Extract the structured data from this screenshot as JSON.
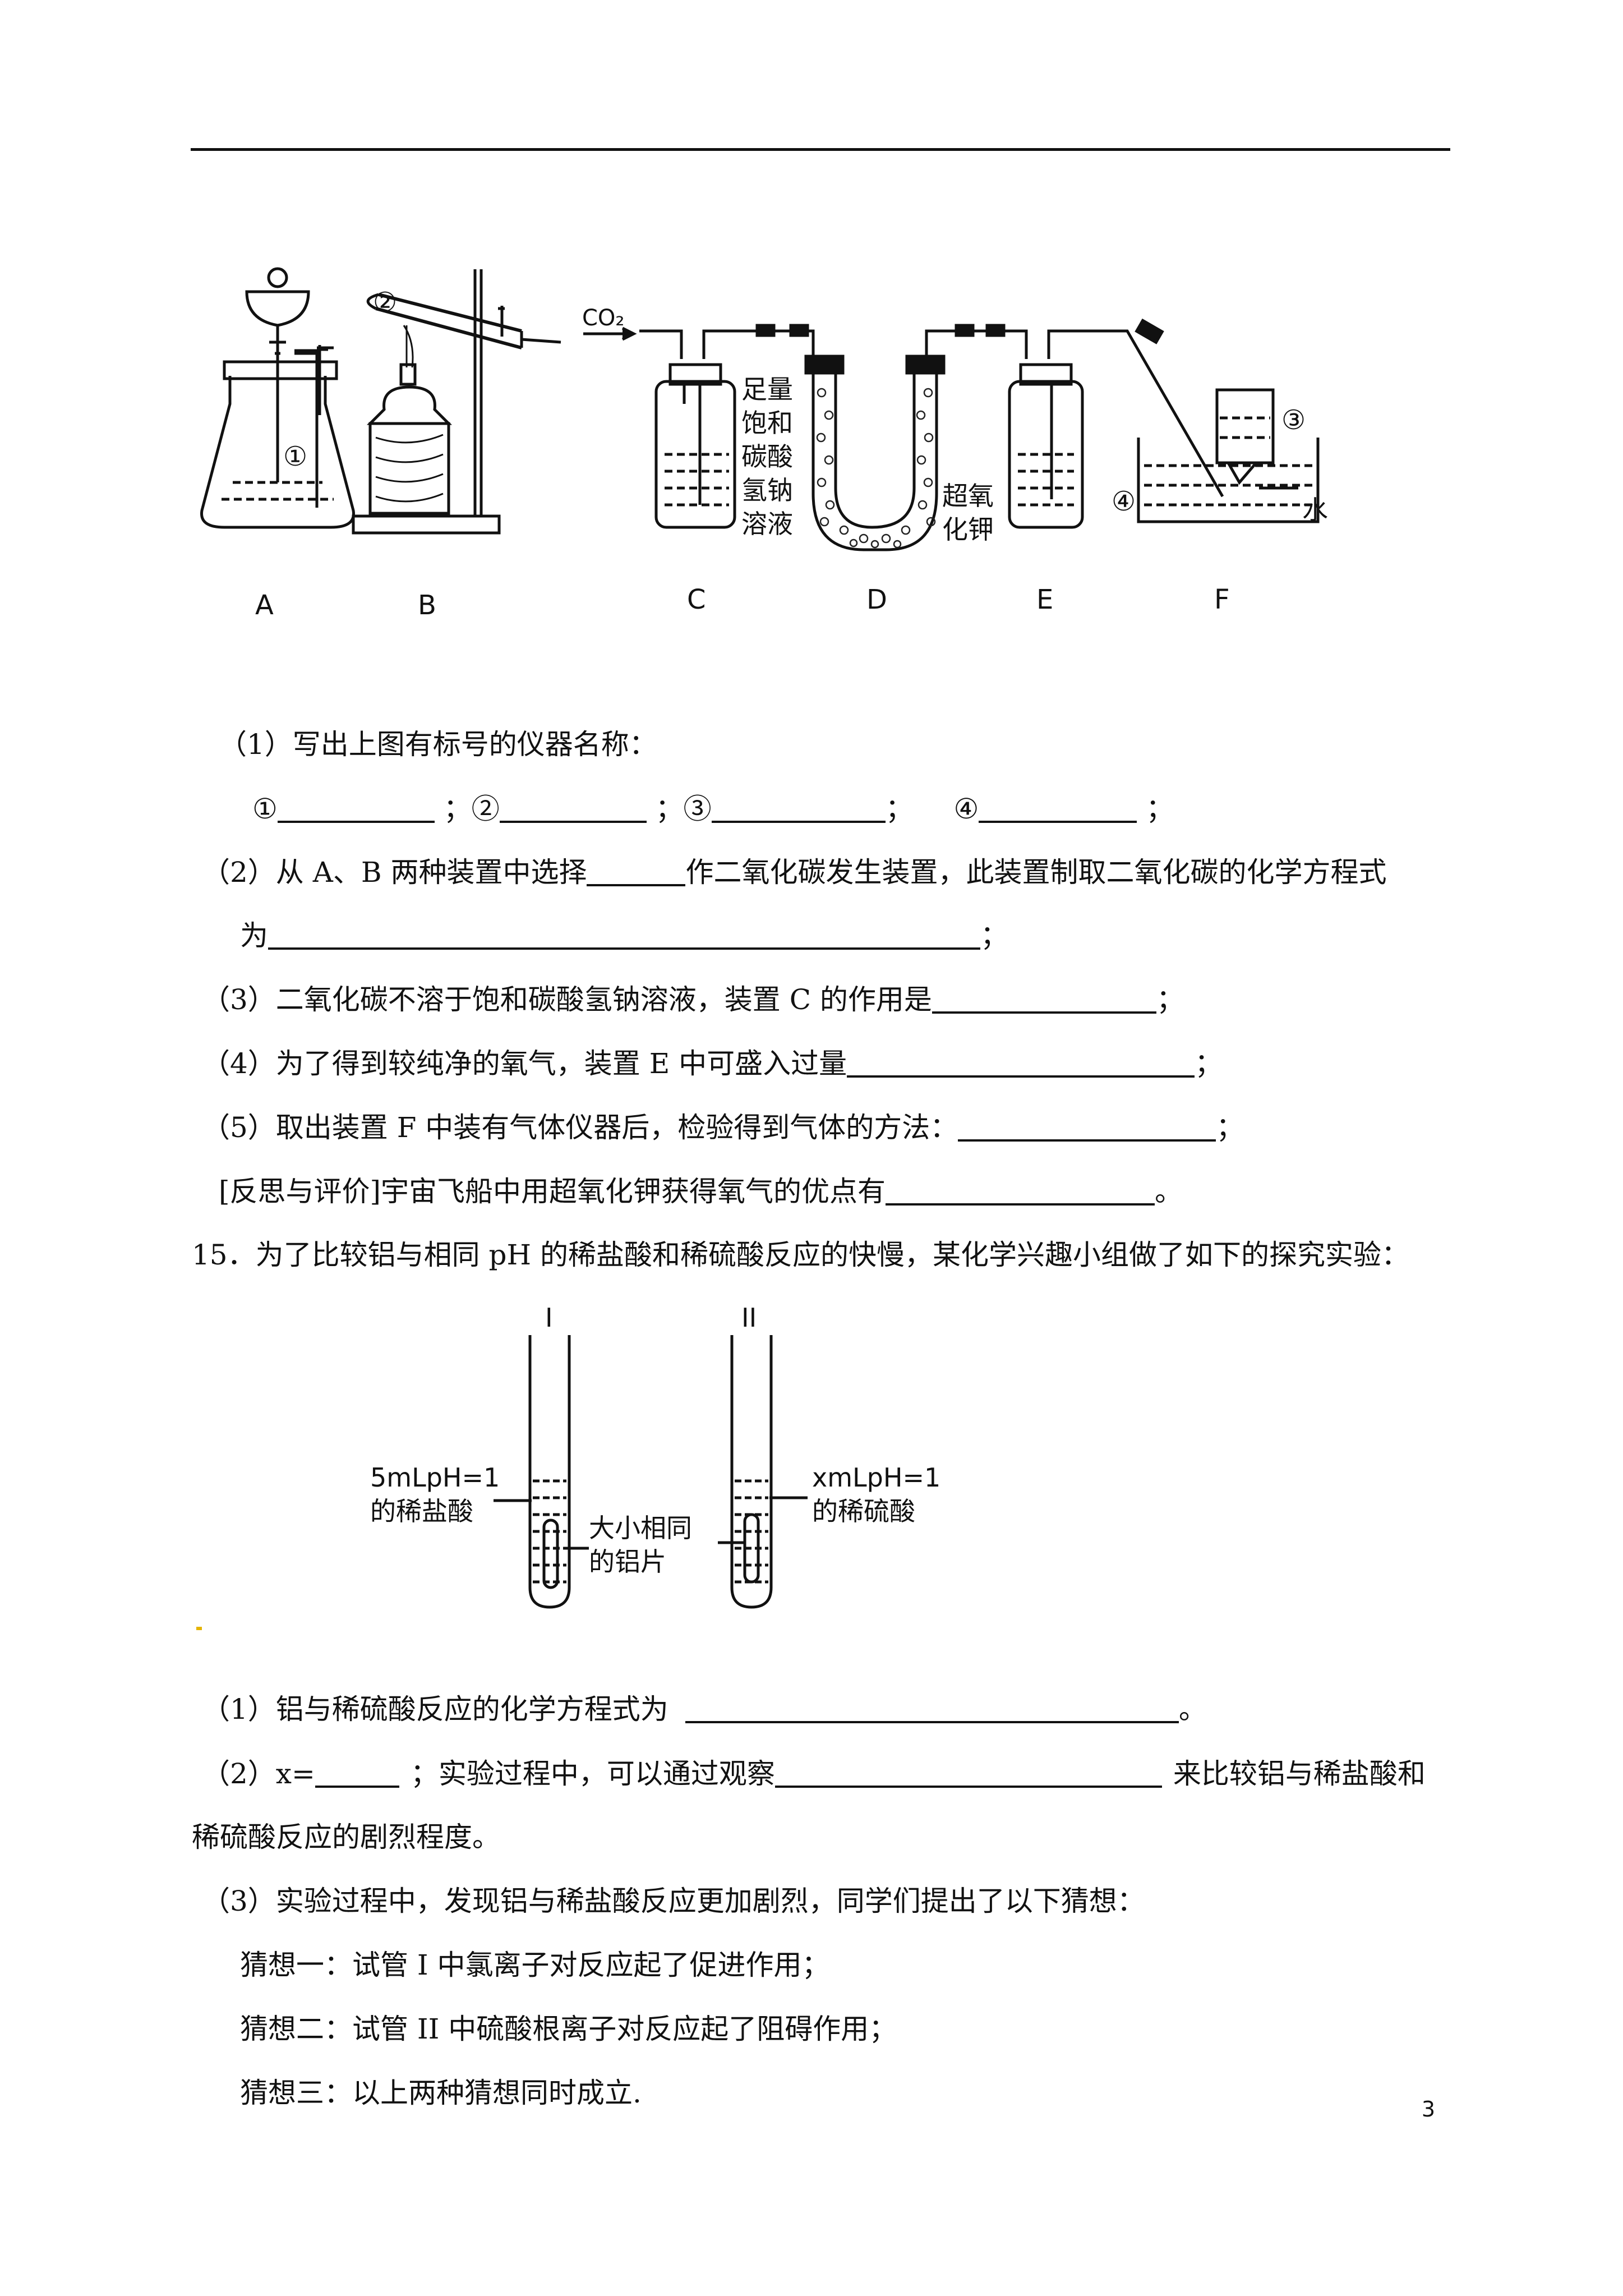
{
  "figure1": {
    "labels": [
      "A",
      "B",
      "C",
      "D",
      "E",
      "F"
    ],
    "co2": "CO₂",
    "markers": [
      "①",
      "②",
      "③",
      "④"
    ],
    "reagent_c": [
      "足量",
      "饱和",
      "碳酸",
      "氢钠",
      "溶液"
    ],
    "reagent_d": [
      "超氧",
      "化钾"
    ],
    "water": "水"
  },
  "q14": {
    "l1": "（1）写出上图有标号的仪器名称：",
    "l2": {
      "m1": "①",
      "m2": "；②",
      "m3": "；③",
      "m4": "；",
      "m5": "④",
      "end": "；"
    },
    "l3": {
      "a": "（2）从 A、B 两种装置中选择",
      "b": "作二氧化碳发生装置，此装置制取二氧化碳的化学方程式"
    },
    "l4": {
      "a": "为",
      "end": "；"
    },
    "l5": {
      "a": "（3）二氧化碳不溶于饱和碳酸氢钠溶液，装置 C 的作用是",
      "end": "；"
    },
    "l6": {
      "a": "（4）为了得到较纯净的氧气，装置 E 中可盛入过量",
      "end": "；"
    },
    "l7": {
      "a": "（5）取出装置 F 中装有气体仪器后，检验得到气体的方法：",
      "end": "；"
    },
    "l8": {
      "a": "[反思与评价]宇宙飞船中用超氧化钾获得氧气的优点有",
      "end": "。"
    }
  },
  "q15": {
    "intro": "15．为了比较铝与相同 pH 的稀盐酸和稀硫酸反应的快慢，某化学兴趣小组做了如下的探究实验：",
    "fig": {
      "tube1": "I",
      "tube2": "II",
      "left": [
        "5mLpH=1",
        "的稀盐酸"
      ],
      "mid": [
        "大小相同",
        "的铝片"
      ],
      "right": [
        "xmLpH=1",
        "的稀硫酸"
      ]
    },
    "l1": {
      "a": "（1）铝与稀硫酸反应的化学方程式为",
      "end": "。"
    },
    "l2": {
      "a": "（2）x=",
      "b": "；实验过程中，可以通过观察",
      "c": "来比较铝与稀盐酸和"
    },
    "l3": "稀硫酸反应的剧烈程度。",
    "l4": "（3）实验过程中，发现铝与稀盐酸反应更加剧烈，同学们提出了以下猜想：",
    "h1": "猜想一：试管 I 中氯离子对反应起了促进作用；",
    "h2": "猜想二：试管 II 中硫酸根离子对反应起了阻碍作用；",
    "h3": "猜想三：以上两种猜想同时成立."
  },
  "page_number": "3"
}
